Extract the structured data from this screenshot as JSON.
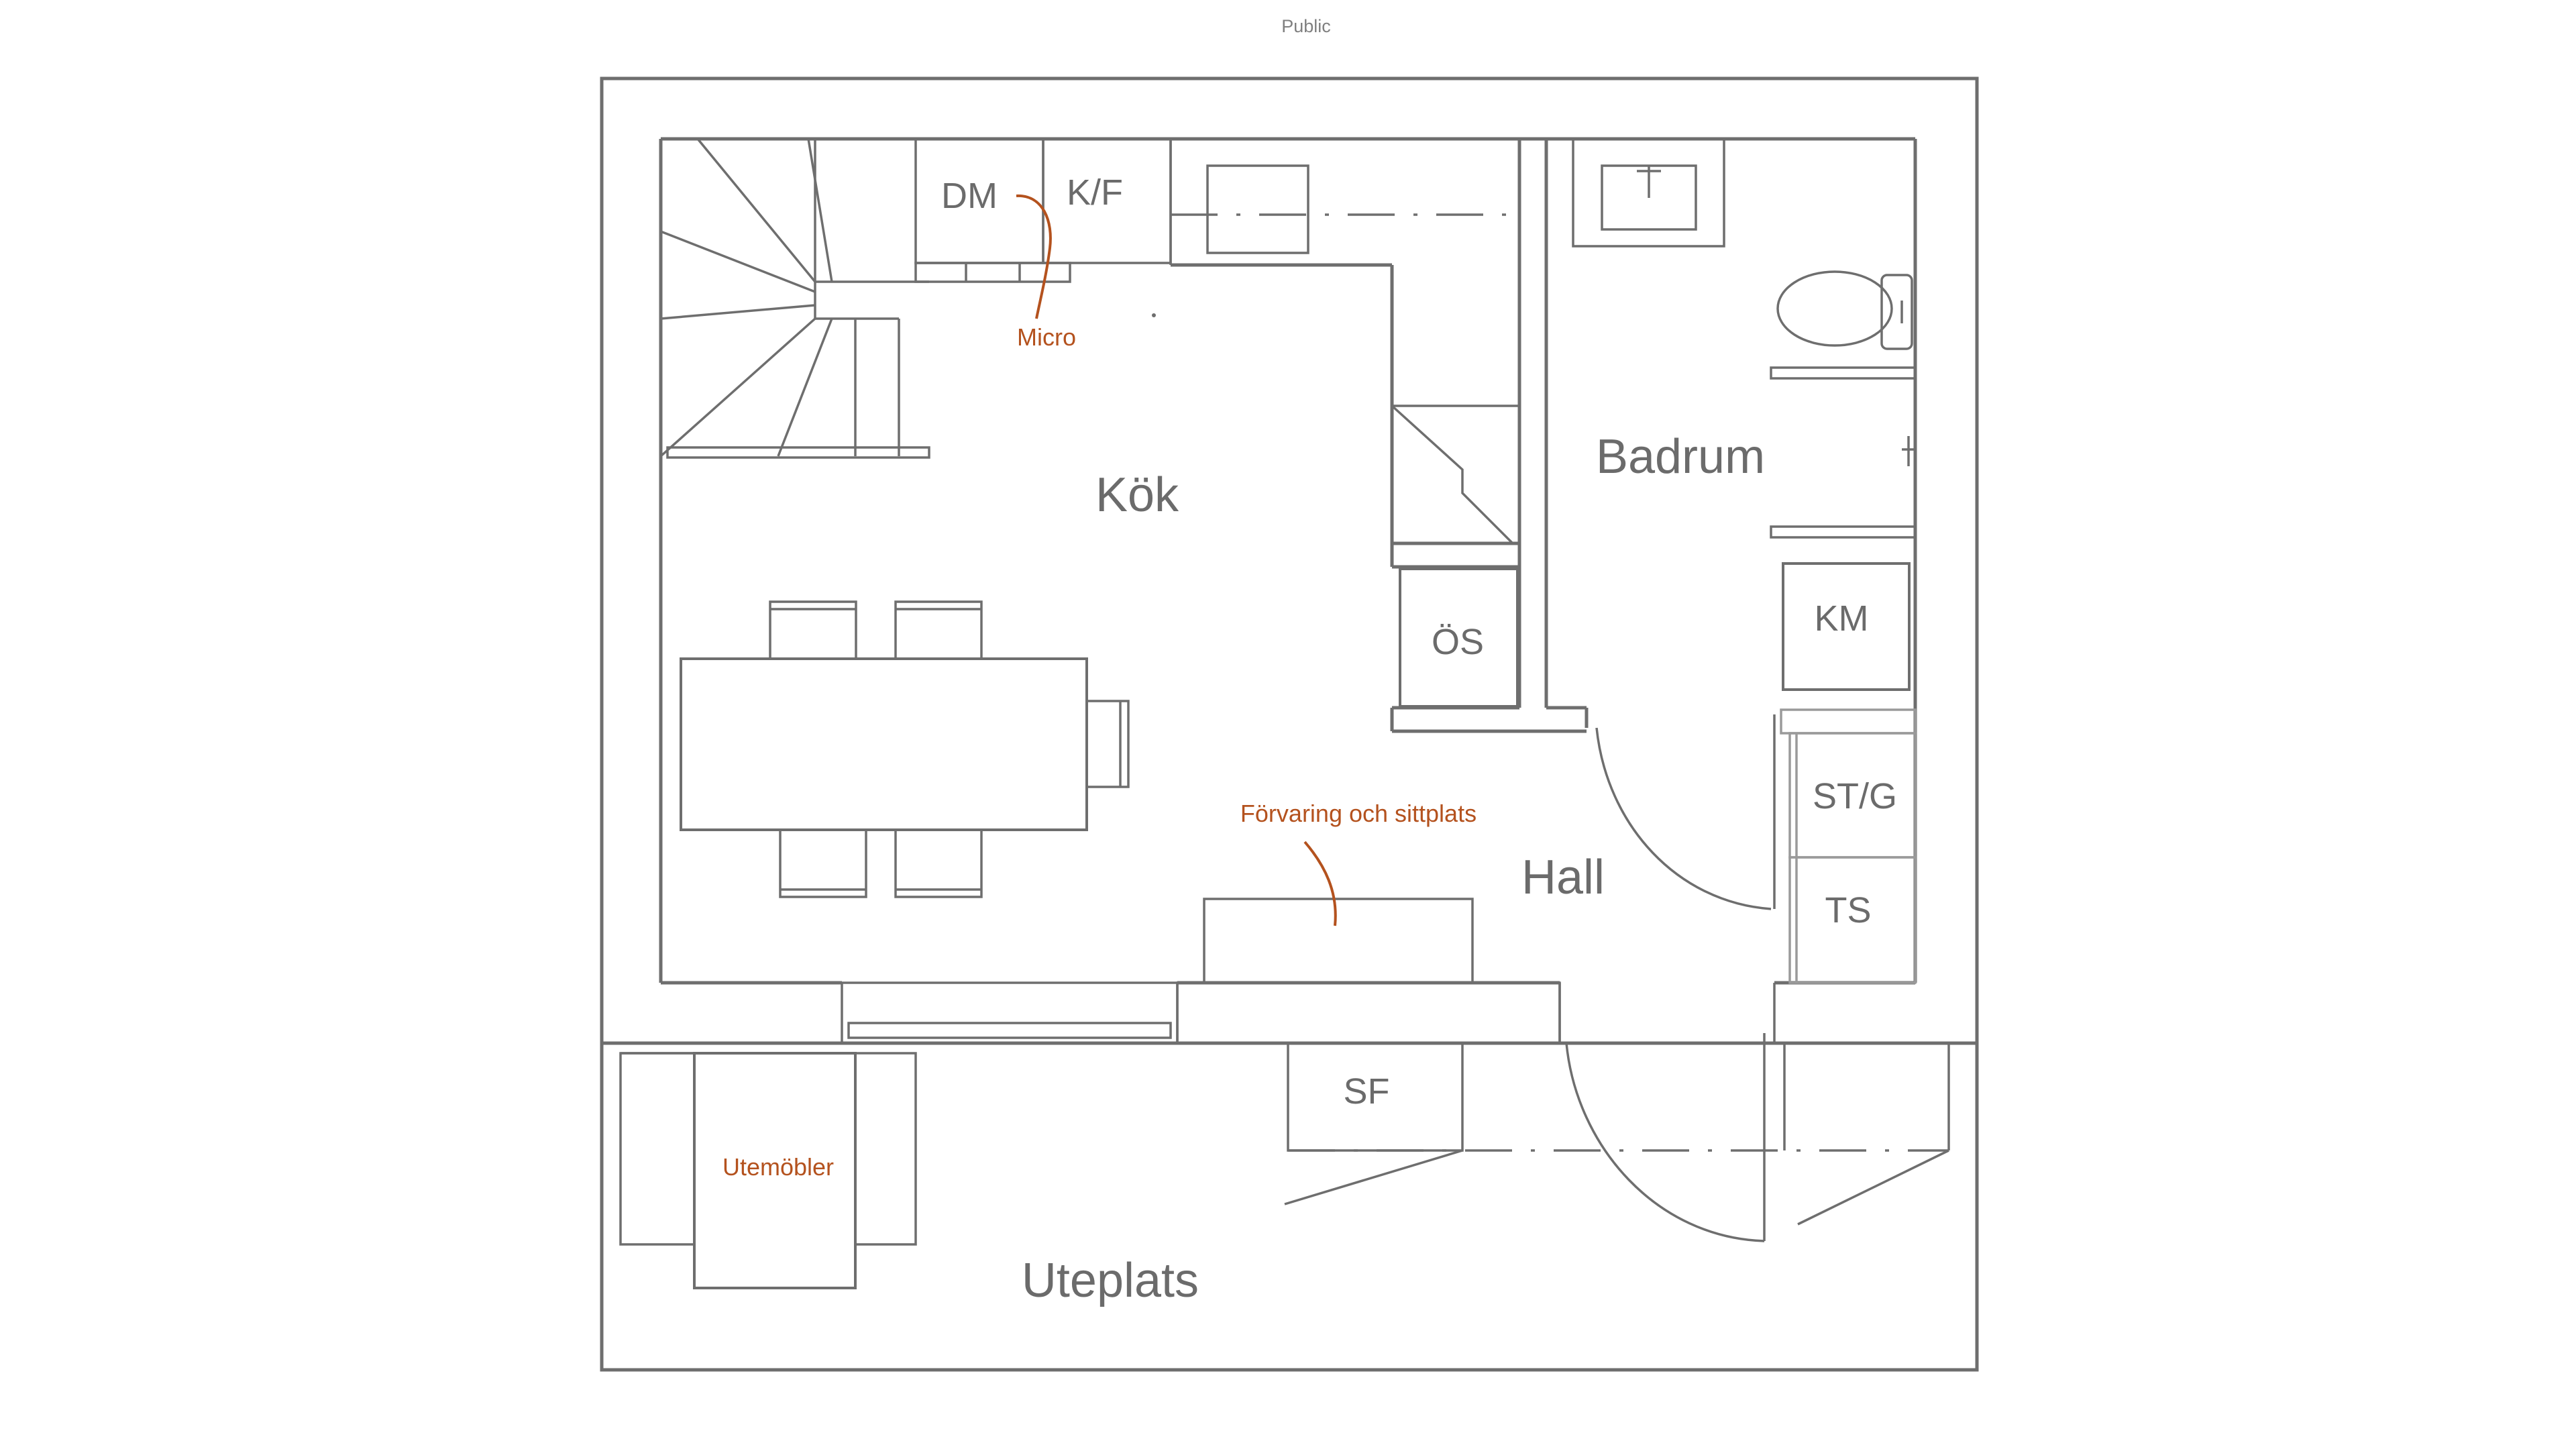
{
  "header": {
    "classification": "Public"
  },
  "rooms": {
    "kitchen": "Kök",
    "bathroom": "Badrum",
    "hall": "Hall",
    "patio": "Uteplats"
  },
  "fixtures": {
    "dishwasher": "DM",
    "fridge_freezer": "K/F",
    "wall_cabinet": "ÖS",
    "washing_machine": "KM",
    "dryer_cabinet": "ST/G",
    "drying_cabinet": "TS",
    "storage_sf": "SF"
  },
  "notes": {
    "microwave": "Micro",
    "storage_seating": "Förvaring och sittplats",
    "outdoor_furniture": "Utemöbler"
  }
}
